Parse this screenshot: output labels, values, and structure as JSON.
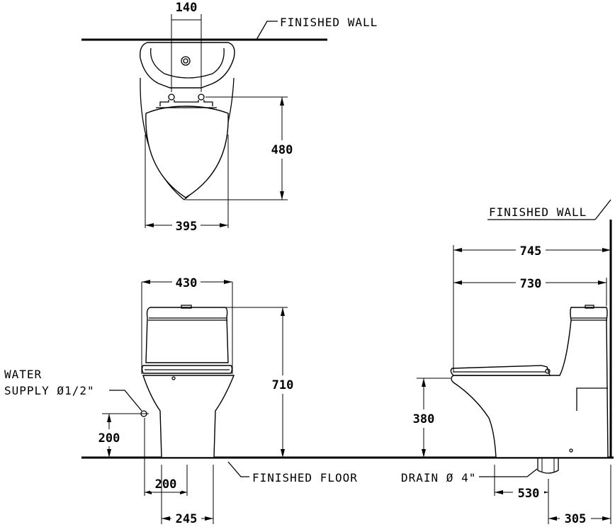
{
  "labels": {
    "finished_wall_top": "FINISHED  WALL",
    "finished_wall_side": "FINISHED  WALL",
    "finished_floor": "FINISHED  FLOOR",
    "water_supply_line1": "WATER",
    "water_supply_line2": "SUPPLY  Ø1/2\"",
    "drain": "DRAIN  Ø  4\""
  },
  "dimensions": {
    "top_view": {
      "supply_offset": "140",
      "seat_depth": "480",
      "width": "395"
    },
    "front_view": {
      "width": "430",
      "height": "710",
      "supply_height": "200",
      "supply_offset": "200",
      "outlet_offset": "245"
    },
    "side_view": {
      "overall_length": "745",
      "body_length": "730",
      "seat_height": "380",
      "drain_distance": "530",
      "rough_in": "305"
    }
  },
  "colors": {
    "line": "#000000",
    "background": "#ffffff"
  }
}
